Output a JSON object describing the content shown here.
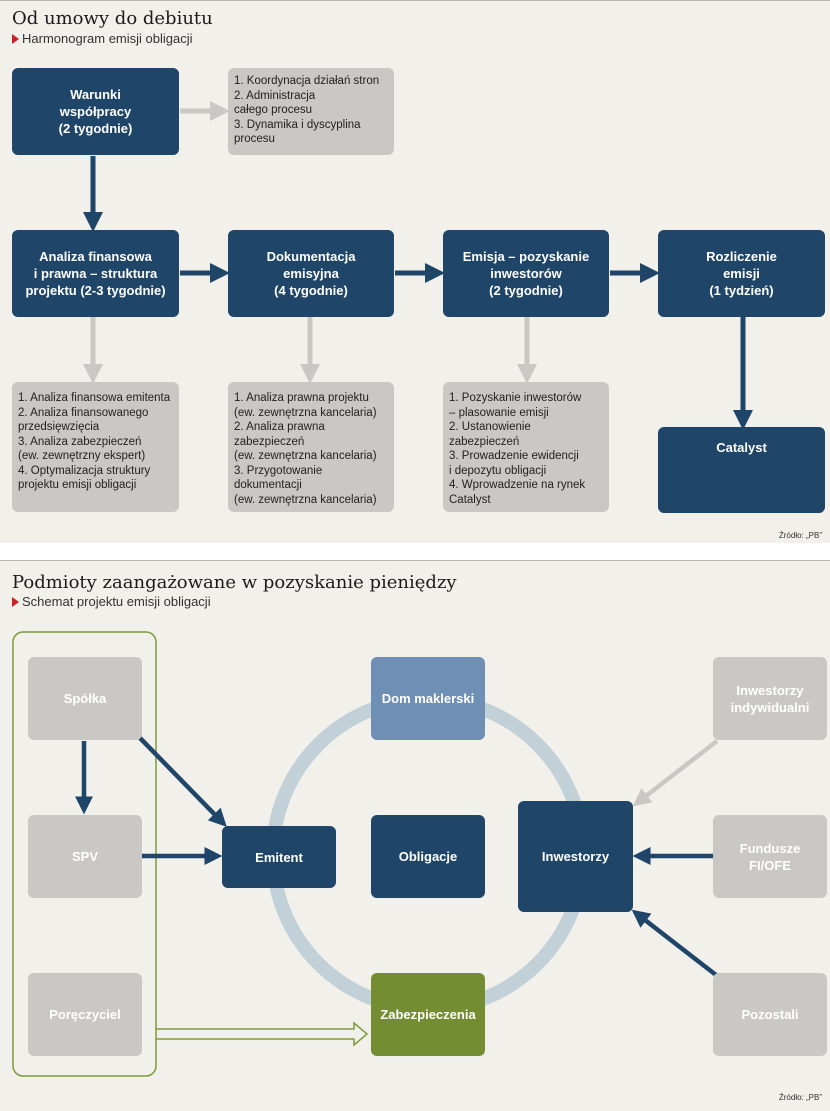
{
  "section1": {
    "title": "Od umowy do debiutu",
    "subtitle": "Harmonogram emisji obligacji",
    "boxes": {
      "warunki": "Warunki\nwspółpracy\n(2 tygodnie)",
      "analiza": "Analiza finansowa\ni prawna – struktura\nprojektu (2-3 tygodnie)",
      "dokumentacja": "Dokumentacja\nemisyjna\n(4 tygodnie)",
      "emisja": "Emisja – pozyskanie\ninwestorów\n(2 tygodnie)",
      "rozliczenie": "Rozliczenie\nemisji\n(1 tydzień)",
      "catalyst": "Catalyst"
    },
    "notes": {
      "warunki": "1. Koordynacja działań stron\n2. Administracja\n    całego procesu\n3. Dynamika i dyscyplina\n    procesu",
      "analiza": "1. Analiza finansowa emitenta\n2. Analiza finansowanego\n    przedsięwzięcia\n3. Analiza zabezpieczeń\n    (ew. zewnętrzny ekspert)\n4. Optymalizacja struktury\n    projektu emisji obligacji",
      "dokumentacja": "1. Analiza prawna projektu\n    (ew. zewnętrzna kancelaria)\n2. Analiza prawna\n    zabezpieczeń\n    (ew. zewnętrzna kancelaria)\n3. Przygotowanie\n    dokumentacji\n    (ew. zewnętrzna kancelaria)",
      "emisja": "1. Pozyskanie inwestorów\n    – plasowanie emisji\n2. Ustanowienie zabezpieczeń\n3. Prowadzenie ewidencji\n    i depozytu obligacji\n4. Wprowadzenie na rynek\n    Catalyst"
    },
    "source": "Źródło: „PB”"
  },
  "section2": {
    "title": "Podmioty zaangażowane w pozyskanie pieniędzy",
    "subtitle": "Schemat projektu emisji obligacji",
    "boxes": {
      "spolka": "Spółka",
      "spv": "SPV",
      "poreczyciel": "Poręczyciel",
      "dom": "Dom maklerski",
      "emitent": "Emitent",
      "obligacje": "Obligacje",
      "inwestorzy": "Inwestorzy",
      "zabezpieczenia": "Zabezpieczenia",
      "indywidualni": "Inwestorzy\nindywidualni",
      "fundusze": "Fundusze\nFI/OFE",
      "pozostali": "Pozostali"
    },
    "source": "Źródło: „PB”"
  },
  "colors": {
    "dark_blue": "#1f4569",
    "mid_blue": "#6f8fb4",
    "grey": "#c9c8c4",
    "green": "#748d32",
    "accent_red": "#cc2127",
    "background": "#f2f0ea"
  }
}
